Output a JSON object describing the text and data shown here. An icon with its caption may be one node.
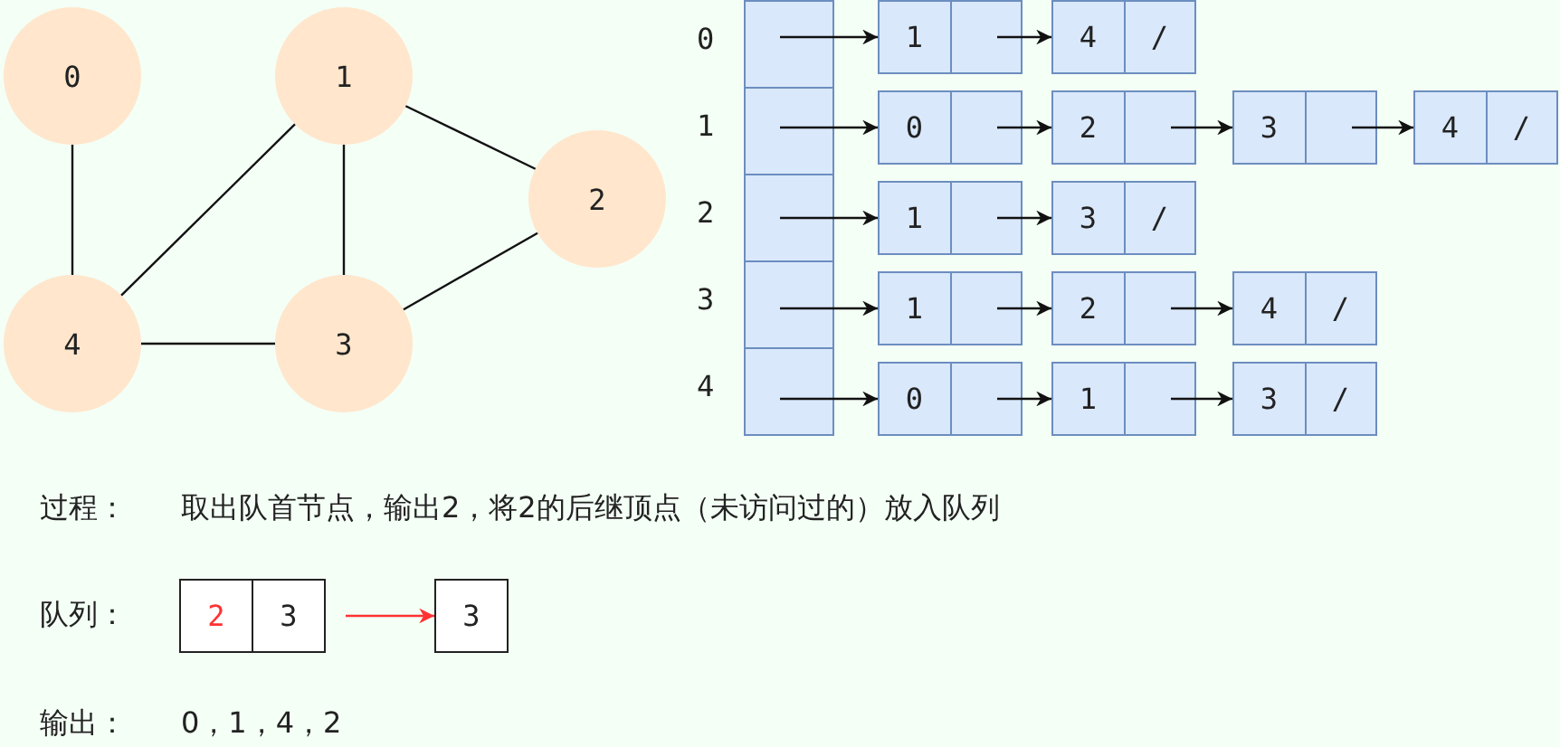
{
  "diagram": {
    "nodes": [
      {
        "text": [
          "0"
        ]
      },
      {
        "text": [
          "1"
        ]
      },
      {
        "text": [
          "2"
        ]
      },
      {
        "text": [
          "3"
        ]
      },
      {
        "text": [
          "4"
        ]
      },
      {
        "text": [],
        "shape": "box",
        "beside": [
          "0"
        ]
      },
      {
        "text": [],
        "shape": "box",
        "beside": [
          "1"
        ]
      },
      {
        "text": [],
        "shape": "box",
        "beside": [
          "2"
        ]
      },
      {
        "text": [],
        "shape": "box",
        "beside": [
          "3"
        ]
      },
      {
        "text": [],
        "shape": "box",
        "beside": [
          "4"
        ]
      },
      {
        "text": [
          "1"
        ]
      },
      {
        "text": [
          "4",
          "/"
        ]
      },
      {
        "text": [
          "0"
        ]
      },
      {
        "text": [
          "2"
        ]
      },
      {
        "text": [
          "3"
        ]
      },
      {
        "text": [
          "4",
          "/"
        ]
      },
      {
        "text": [
          "1"
        ]
      },
      {
        "text": [
          "3",
          "/"
        ]
      },
      {
        "text": [
          "1"
        ]
      },
      {
        "text": [
          "2"
        ]
      },
      {
        "text": [
          "4",
          "/"
        ]
      },
      {
        "text": [
          "0"
        ]
      },
      {
        "text": [
          "1"
        ]
      },
      {
        "text": [
          "3",
          "/"
        ]
      },
      {
        "text": [
          "2",
          "3"
        ]
      },
      {
        "text": [
          "3"
        ]
      }
    ],
    "edges": [
      {
        "from": 0,
        "to": 4,
        "arrow": "none"
      },
      {
        "from": 1,
        "to": 4,
        "arrow": "none"
      },
      {
        "from": 1,
        "to": 3,
        "arrow": "none"
      },
      {
        "from": 1,
        "to": 2,
        "arrow": "none"
      },
      {
        "from": 2,
        "to": 3,
        "arrow": "none"
      },
      {
        "from": 4,
        "to": 3,
        "arrow": "none"
      },
      {
        "from": 5,
        "to": 10,
        "arrow": "to"
      },
      {
        "from": 10,
        "to": 11,
        "arrow": "to"
      },
      {
        "from": 6,
        "to": 12,
        "arrow": "to"
      },
      {
        "from": 12,
        "to": 13,
        "arrow": "to"
      },
      {
        "from": 13,
        "to": 14,
        "arrow": "to"
      },
      {
        "from": 14,
        "to": 15,
        "arrow": "to"
      },
      {
        "from": 7,
        "to": 16,
        "arrow": "to"
      },
      {
        "from": 16,
        "to": 17,
        "arrow": "to"
      },
      {
        "from": 8,
        "to": 18,
        "arrow": "to"
      },
      {
        "from": 18,
        "to": 19,
        "arrow": "to"
      },
      {
        "from": 19,
        "to": 20,
        "arrow": "to"
      },
      {
        "from": 9,
        "to": 21,
        "arrow": "to"
      },
      {
        "from": 21,
        "to": 22,
        "arrow": "to"
      },
      {
        "from": 22,
        "to": 23,
        "arrow": "to"
      },
      {
        "from": 24,
        "to": 25,
        "arrow": "to",
        "color": "#ff3333"
      }
    ],
    "labels": [
      "过程：",
      "取出队首节点，输出2，将2的后继顶点（未访问过的）放入队列",
      "队列：",
      "输出：",
      "0，1，4，2"
    ]
  }
}
